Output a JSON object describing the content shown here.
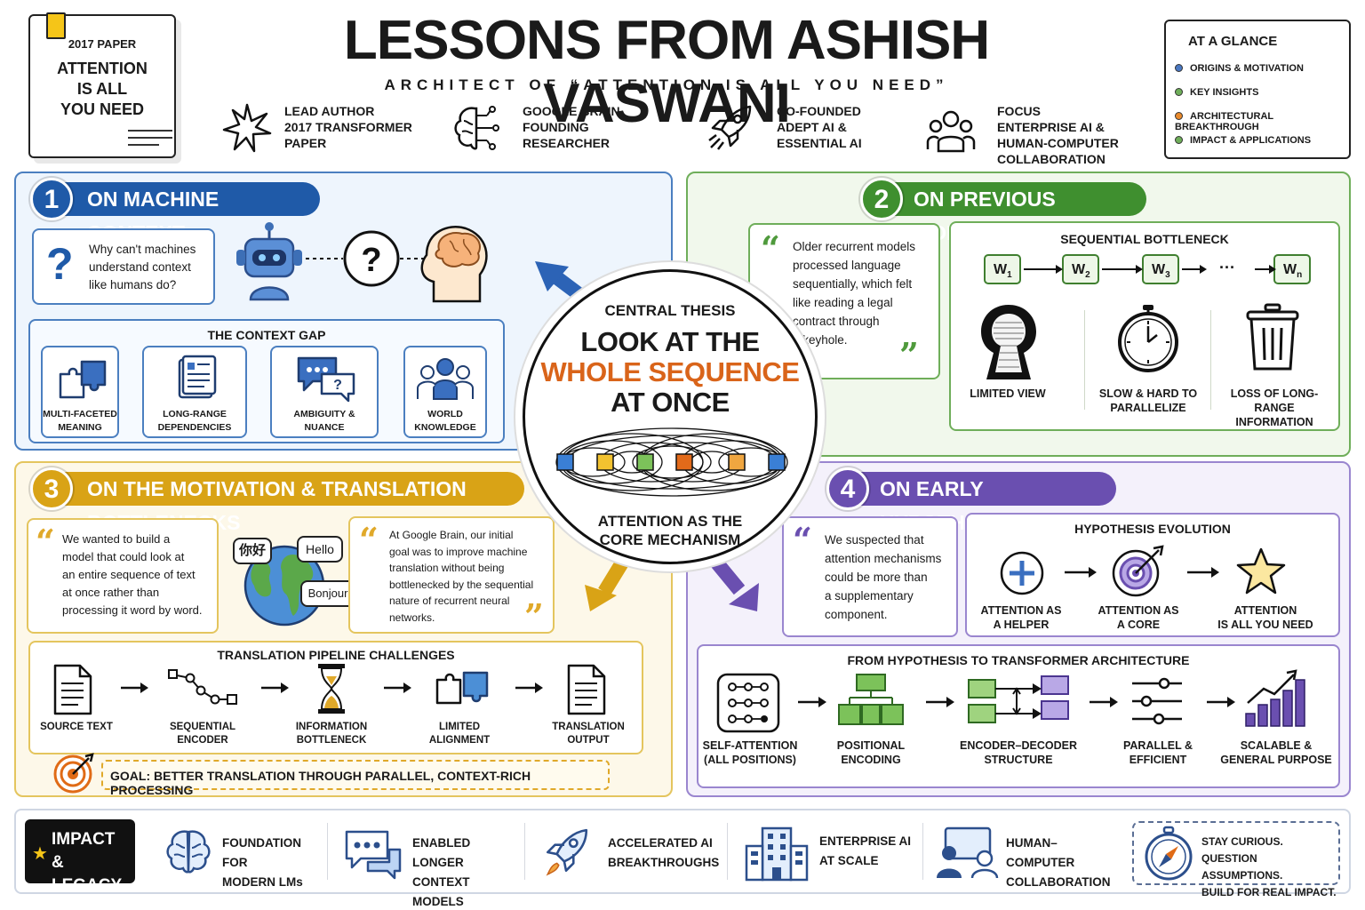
{
  "header": {
    "paper": {
      "year": "2017 PAPER",
      "title": "ATTENTION\nIS ALL\nYOU NEED"
    },
    "title": "LESSONS FROM ASHISH VASWANI",
    "subtitle": "ARCHITECT OF “ATTENTION IS ALL YOU NEED”",
    "facts": [
      {
        "icon": "star-burst-icon",
        "text": "LEAD AUTHOR\n2017 TRANSFORMER\nPAPER"
      },
      {
        "icon": "brain-circuit-icon",
        "text": "GOOGLE BRAIN\nFOUNDING\nRESEARCHER"
      },
      {
        "icon": "rocket-icon",
        "text": "CO-FOUNDED\nADEPT AI &\nESSENTIAL AI"
      },
      {
        "icon": "people-group-icon",
        "text": "FOCUS\nENTERPRISE AI &\nHUMAN-COMPUTER\nCOLLABORATION"
      }
    ]
  },
  "glance": {
    "title": "AT A GLANCE",
    "items": [
      {
        "label": "ORIGINS & MOTIVATION",
        "color": "#4a78c2"
      },
      {
        "label": "KEY INSIGHTS",
        "color": "#6fae5a"
      },
      {
        "label": "ARCHITECTURAL BREAKTHROUGH",
        "color": "#e98a2c"
      },
      {
        "label": "IMPACT & APPLICATIONS",
        "color": "#6fae5a"
      }
    ]
  },
  "colors": {
    "blue": "#1f5aa8",
    "green": "#3f8f2f",
    "gold": "#d9a316",
    "purple": "#6a4fb0",
    "orange": "#e06b16"
  },
  "sections": {
    "s1": {
      "number": "1",
      "title": "ON MACHINE CONTEXT",
      "question": "Why can't machines\nunderstand context\nlike humans do?",
      "gap_title": "THE CONTEXT GAP",
      "gap_items": [
        {
          "icon": "puzzle-icon",
          "label": "MULTI-FACETED\nMEANING"
        },
        {
          "icon": "document-icon",
          "label": "LONG-RANGE\nDEPENDENCIES"
        },
        {
          "icon": "chat-bubbles-icon",
          "label": "AMBIGUITY &\nNUANCE"
        },
        {
          "icon": "people-icon",
          "label": "WORLD\nKNOWLEDGE"
        }
      ]
    },
    "s2": {
      "number": "2",
      "title": "ON PREVIOUS MODELS",
      "quote": "Older recurrent models\nprocessed language\nsequentially, which felt\nlike reading a legal\ncontract through\n   a keyhole.",
      "bottleneck_title": "SEQUENTIAL BOTTLENECK",
      "tokens": [
        "W",
        "W",
        "W",
        "W"
      ],
      "token_subs": [
        "1",
        "2",
        "3",
        "n"
      ],
      "ellipsis": "···",
      "items": [
        {
          "icon": "keyhole-icon",
          "label": "LIMITED VIEW"
        },
        {
          "icon": "stopwatch-icon",
          "label": "SLOW & HARD TO\nPARALLELIZE"
        },
        {
          "icon": "trash-icon",
          "label": "LOSS OF LONG-RANGE\nINFORMATION"
        }
      ]
    },
    "center": {
      "kicker": "CENTRAL THESIS",
      "line1": "LOOK AT THE",
      "line2": "WHOLE SEQUENCE",
      "line3": "AT ONCE",
      "caption": "ATTENTION AS THE\nCORE MECHANISM",
      "node_colors": [
        "#3a7fd5",
        "#f2c230",
        "#7cc25a",
        "#e26a1a",
        "#f0a640",
        "#3a7fd5"
      ]
    },
    "s3": {
      "number": "3",
      "title": "ON THE MOTIVATION & TRANSLATION BOTTLENECKS",
      "quote1": "We wanted to build a\nmodel that could look at\nan entire sequence of text\nat once rather than\nprocessing it word by word.",
      "bubbles": [
        "你好",
        "Hello",
        "Bonjour"
      ],
      "quote2": "At Google Brain, our initial\ngoal was to improve machine\ntranslation without being\nbottlenecked by the sequential\nnature of recurrent neural\nnetworks.",
      "pipeline_title": "TRANSLATION PIPELINE CHALLENGES",
      "pipeline": [
        {
          "icon": "document-icon",
          "label": "SOURCE TEXT"
        },
        {
          "icon": "chain-icon",
          "label": "SEQUENTIAL\nENCODER"
        },
        {
          "icon": "hourglass-icon",
          "label": "INFORMATION\nBOTTLENECK"
        },
        {
          "icon": "puzzle-icon",
          "label": "LIMITED\nALIGNMENT"
        },
        {
          "icon": "document-icon",
          "label": "TRANSLATION\nOUTPUT"
        }
      ],
      "goal": "GOAL: BETTER TRANSLATION THROUGH PARALLEL, CONTEXT-RICH PROCESSING"
    },
    "s4": {
      "number": "4",
      "title": "ON EARLY HYPOTHESES",
      "quote": "We suspected that\nattention mechanisms\ncould be more than\na supplementary\ncomponent.",
      "evolution_title": "HYPOTHESIS EVOLUTION",
      "evolution": [
        {
          "icon": "plus-circle-icon",
          "label": "ATTENTION AS\nA HELPER"
        },
        {
          "icon": "target-icon",
          "label": "ATTENTION AS\nA CORE"
        },
        {
          "icon": "star-icon",
          "label": "ATTENTION\nIS ALL YOU NEED"
        }
      ],
      "arch_title": "FROM HYPOTHESIS TO TRANSFORMER ARCHITECTURE",
      "arch": [
        {
          "icon": "grid-nodes-icon",
          "label": "SELF-ATTENTION\n(ALL POSITIONS)"
        },
        {
          "icon": "stacked-blocks-icon",
          "label": "POSITIONAL\nENCODING"
        },
        {
          "icon": "encoder-decoder-icon",
          "label": "ENCODER–DECODER\nSTRUCTURE"
        },
        {
          "icon": "sliders-icon",
          "label": "PARALLEL &\nEFFICIENT"
        },
        {
          "icon": "bar-chart-icon",
          "label": "SCALABLE &\nGENERAL PURPOSE"
        }
      ]
    }
  },
  "footer": {
    "impact": "IMPACT\n& LEGACY",
    "items": [
      {
        "icon": "brain-icon",
        "text": "FOUNDATION FOR\nMODERN LMs"
      },
      {
        "icon": "chat-icon",
        "text": "ENABLED LONGER\nCONTEXT MODELS"
      },
      {
        "icon": "rocket-icon",
        "text": "ACCELERATED AI\nBREAKTHROUGHS"
      },
      {
        "icon": "building-icon",
        "text": "ENTERPRISE AI\nAT SCALE"
      },
      {
        "icon": "human-computer-icon",
        "text": "HUMAN–COMPUTER\nCOLLABORATION"
      }
    ],
    "closing": "STAY CURIOUS.\nQUESTION ASSUMPTIONS.\nBUILD FOR REAL IMPACT."
  }
}
